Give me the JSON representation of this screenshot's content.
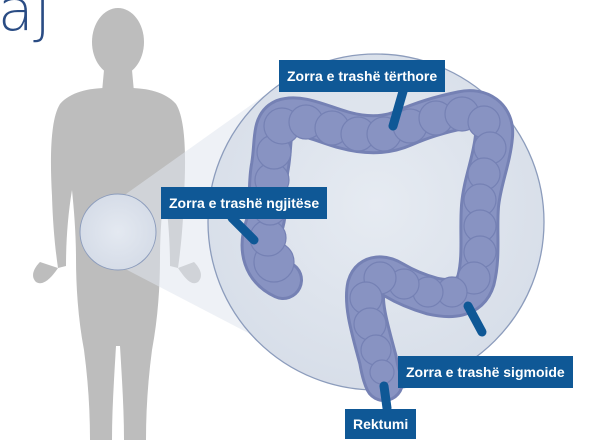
{
  "header": {
    "title_partial": "aj"
  },
  "labels": {
    "transverse_colon": "Zorra e trashë tërthore",
    "ascending_colon": "Zorra e trashë ngjitëse",
    "sigmoid_colon": "Zorra e trashë sigmoide",
    "rectum": "Rektumi"
  },
  "colors": {
    "title": "#2a4c84",
    "callout_bg": "#0f5896",
    "callout_text": "#ffffff",
    "body_silhouette": "#bdbdbd",
    "magnifier_fill": "#dfe5ee",
    "colon": "#8893c2",
    "colon_edge": "#7581b4"
  }
}
